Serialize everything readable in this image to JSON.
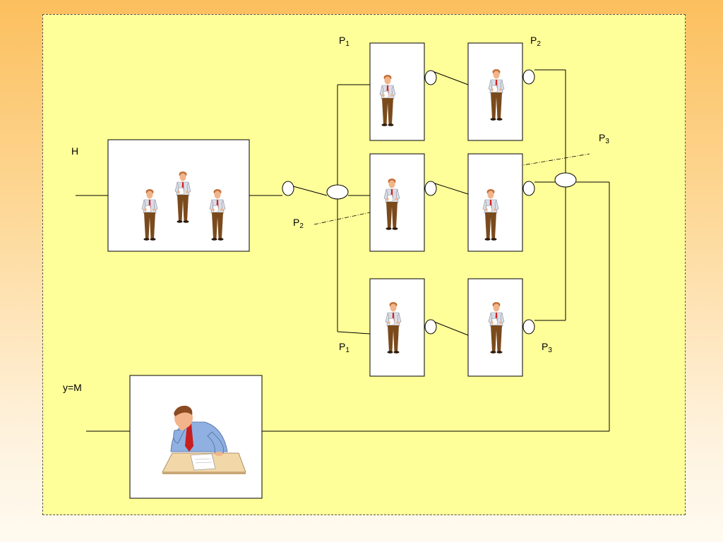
{
  "labels": {
    "input": "H",
    "output": "y=M",
    "p_top_left": {
      "base": "P",
      "sub": "1"
    },
    "p_top_right": {
      "base": "P",
      "sub": "2"
    },
    "p_right_mid": {
      "base": "P",
      "sub": "3"
    },
    "p_left_mid": {
      "base": "P",
      "sub": "2"
    },
    "p_bottom_left": {
      "base": "P",
      "sub": "1"
    },
    "p_bottom_right": {
      "base": "P",
      "sub": "3"
    }
  },
  "colors": {
    "panel": "#ffff99",
    "box_fill": "#ffffff",
    "shirt": "#d9dee8",
    "trousers": "#7a4a1c",
    "tie": "#d22020",
    "skin": "#f2b48a",
    "hair": "#c0703a"
  },
  "icons": {
    "worker": "standing-man-with-paper-icon",
    "manager": "thinking-man-at-desk-icon"
  }
}
